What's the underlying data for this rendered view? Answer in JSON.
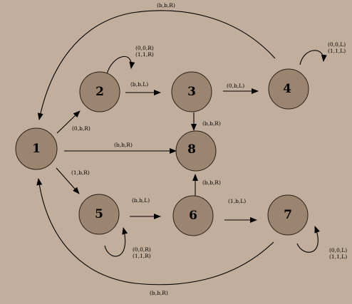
{
  "colors": {
    "background": "#c2ae9c",
    "state_fill": "#9b8570",
    "state_stroke": "#2a2018",
    "edge": "#000000"
  },
  "states": [
    {
      "id": "1",
      "label": "1"
    },
    {
      "id": "2",
      "label": "2"
    },
    {
      "id": "3",
      "label": "3"
    },
    {
      "id": "4",
      "label": "4"
    },
    {
      "id": "5",
      "label": "5"
    },
    {
      "id": "6",
      "label": "6"
    },
    {
      "id": "7",
      "label": "7"
    },
    {
      "id": "8",
      "label": "8"
    }
  ],
  "transitions": [
    {
      "from": "1",
      "to": "2",
      "label": "(0,b,R)"
    },
    {
      "from": "1",
      "to": "5",
      "label": "(1,b,R)"
    },
    {
      "from": "1",
      "to": "8",
      "label": "(b,b,R)"
    },
    {
      "from": "2",
      "to": "2",
      "labels": [
        "(0,0,R)",
        "(1,1,R)"
      ]
    },
    {
      "from": "2",
      "to": "3",
      "label": "(b,b,L)"
    },
    {
      "from": "3",
      "to": "4",
      "label": "(0,b,L)"
    },
    {
      "from": "3",
      "to": "8",
      "label": "(b,b,R)"
    },
    {
      "from": "4",
      "to": "4",
      "labels": [
        "(0,0,L)",
        "(1,1,L)"
      ]
    },
    {
      "from": "4",
      "to": "1",
      "label": "(b,b,R)"
    },
    {
      "from": "5",
      "to": "5",
      "labels": [
        "(0,0,R)",
        "(1,1,R)"
      ]
    },
    {
      "from": "5",
      "to": "6",
      "label": "(b,b,L)"
    },
    {
      "from": "6",
      "to": "7",
      "label": "(1,b,L)"
    },
    {
      "from": "6",
      "to": "8",
      "label": "(b,b,R)"
    },
    {
      "from": "7",
      "to": "7",
      "labels": [
        "(0,0,L)",
        "(1,1,L)"
      ]
    },
    {
      "from": "7",
      "to": "1",
      "label": "(b,b,R)"
    }
  ]
}
